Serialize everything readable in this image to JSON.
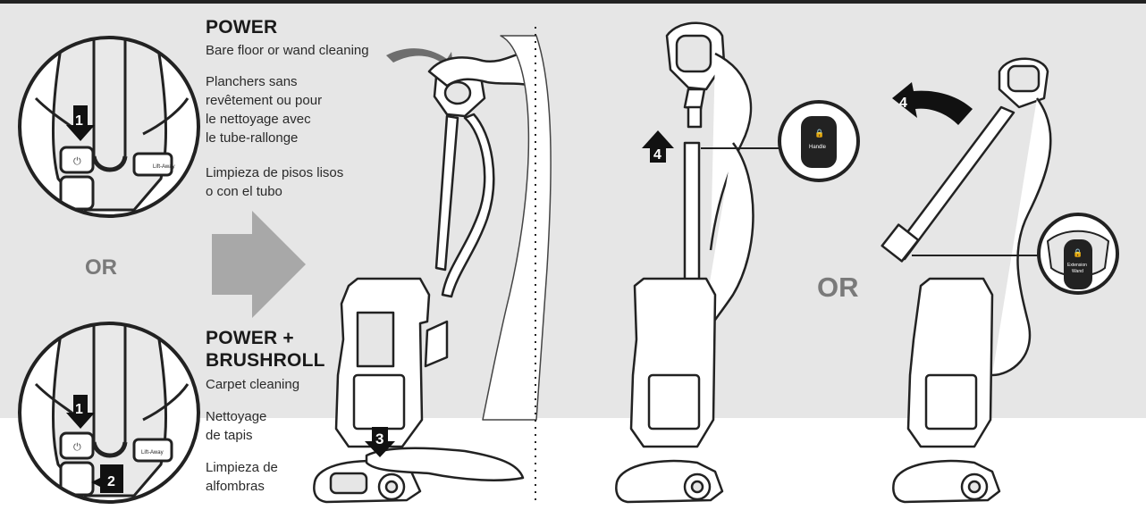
{
  "power": {
    "title": "POWER",
    "en": "Bare floor or wand cleaning",
    "fr": "Planchers sans\nrevêtement ou pour\nle nettoyage avec\nle tube-rallonge",
    "es": "Limpieza de pisos lisos\no con el tubo"
  },
  "power_brushroll": {
    "title": "POWER +\nBRUSHROLL",
    "en": "Carpet cleaning",
    "fr": "Nettoyage\nde tapis",
    "es": "Limpieza de\nalfombras"
  },
  "or_label": "OR",
  "steps": {
    "one": "1",
    "two": "2",
    "three": "3",
    "four": "4"
  },
  "switch_labels": {
    "lift_away": "Lift-Away"
  },
  "callouts": {
    "handle": "Handle",
    "extension_wand": "Extension\nWand"
  },
  "colors": {
    "background": "#e6e6e6",
    "ink": "#222222",
    "arrow_gray": "#a8a8a8",
    "or_gray": "#7a7a7a"
  }
}
